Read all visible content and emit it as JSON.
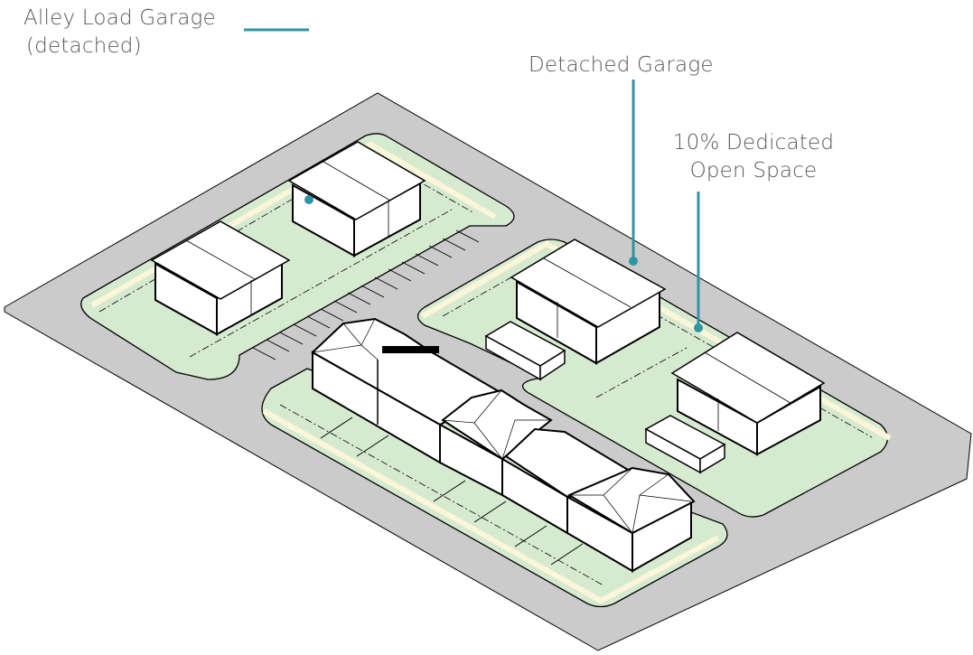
{
  "diagram": {
    "type": "isometric site plan",
    "labels": {
      "alley_garage_line1": "Alley Load Garage",
      "alley_garage_line2": "(detached)",
      "detached_garage": "Detached Garage",
      "open_space_line1": "10% Dedicated",
      "open_space_line2": "Open Space"
    },
    "colors": {
      "callout": "#2f95a4",
      "pavement": "#cbcbcb",
      "lawn": "#d6ead0",
      "sidewalk": "#fbf5d9",
      "building": "#ffffff",
      "outline": "#000000",
      "text": "#58595b"
    }
  }
}
